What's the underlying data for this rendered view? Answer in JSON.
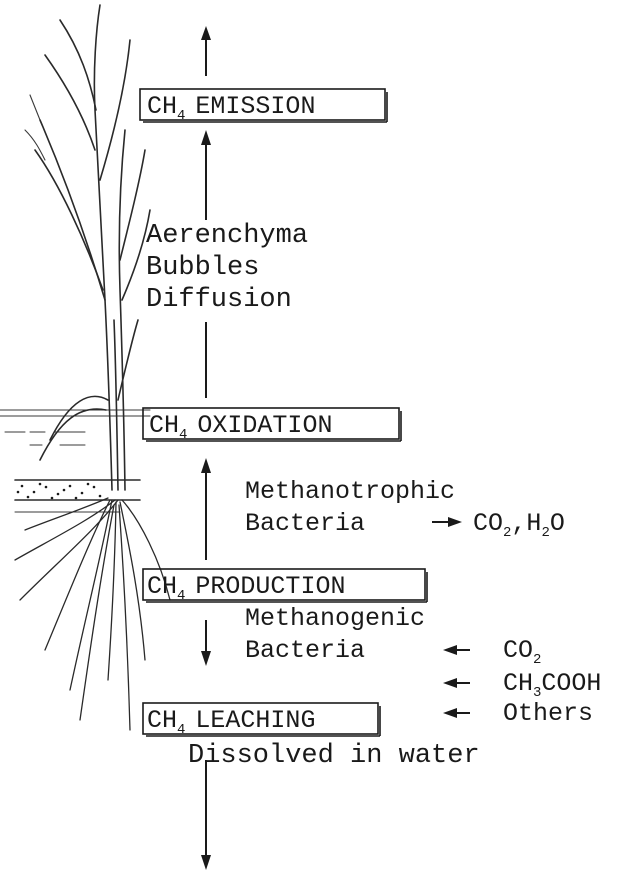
{
  "stages": {
    "emission": {
      "prefix": "CH",
      "subscript": "4",
      "name": "EMISSION"
    },
    "oxidation": {
      "prefix": "CH",
      "subscript": "4",
      "name": "OXIDATION"
    },
    "production": {
      "prefix": "CH",
      "subscript": "4",
      "name": "PRODUCTION"
    },
    "leaching": {
      "prefix": "CH",
      "subscript": "4",
      "name": "LEACHING"
    }
  },
  "transport": [
    "Aerenchyma",
    "Bubbles",
    "Diffusion"
  ],
  "oxidation_agent": {
    "line1": "Methanotrophic",
    "line2": "Bacteria",
    "product": {
      "a_prefix": "CO",
      "a_sub": "2",
      "sep": ",H",
      "b_sub": "2",
      "b_suffix": "O"
    }
  },
  "production_agent": {
    "line1": "Methanogenic",
    "line2": "Bacteria",
    "substrates": [
      {
        "prefix": "CO",
        "sub": "2",
        "suffix": ""
      },
      {
        "prefix": "CH",
        "sub": "3",
        "suffix": "COOH"
      },
      {
        "prefix": "Others",
        "sub": "",
        "suffix": ""
      }
    ]
  },
  "leaching_note": "Dissolved in water",
  "icons": [
    "rice-plant-illustration",
    "arrow-up-icon",
    "arrow-down-icon",
    "arrow-left-icon",
    "arrow-right-icon"
  ]
}
